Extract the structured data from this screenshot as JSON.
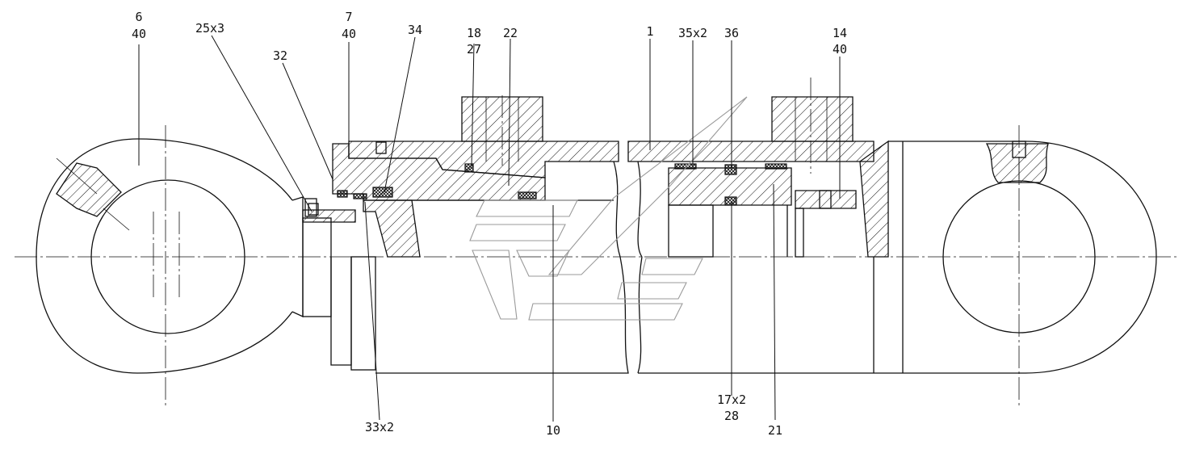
{
  "callouts": [
    {
      "id": "c6",
      "lines": [
        "6",
        "40"
      ]
    },
    {
      "id": "c25",
      "lines": [
        "25x3"
      ]
    },
    {
      "id": "c32",
      "lines": [
        "32"
      ]
    },
    {
      "id": "c7",
      "lines": [
        "7",
        "40"
      ]
    },
    {
      "id": "c34",
      "lines": [
        "34"
      ]
    },
    {
      "id": "c18",
      "lines": [
        "18",
        "27"
      ]
    },
    {
      "id": "c22",
      "lines": [
        "22"
      ]
    },
    {
      "id": "c1",
      "lines": [
        "1"
      ]
    },
    {
      "id": "c35",
      "lines": [
        "35x2"
      ]
    },
    {
      "id": "c36",
      "lines": [
        "36"
      ]
    },
    {
      "id": "c14",
      "lines": [
        "14",
        "40"
      ]
    },
    {
      "id": "c33",
      "lines": [
        "33x2"
      ]
    },
    {
      "id": "c10",
      "lines": [
        "10"
      ]
    },
    {
      "id": "c17",
      "lines": [
        "17x2",
        "28"
      ]
    },
    {
      "id": "c21",
      "lines": [
        "21"
      ]
    }
  ],
  "colors": {
    "line": "#111111",
    "watermark": "#9a9a9a",
    "background": "#ffffff"
  }
}
